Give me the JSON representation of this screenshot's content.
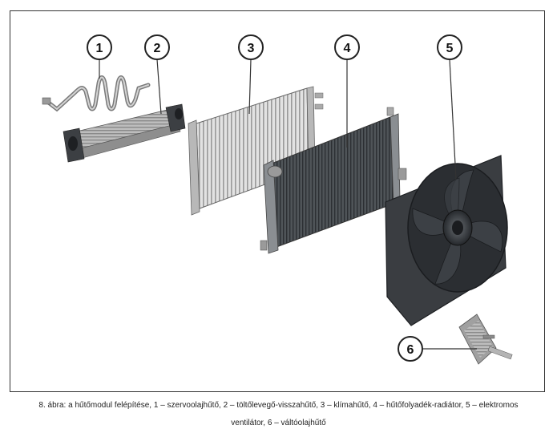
{
  "callouts": [
    {
      "number": "1"
    },
    {
      "number": "2"
    },
    {
      "number": "3"
    },
    {
      "number": "4"
    },
    {
      "number": "5"
    },
    {
      "number": "6"
    }
  ],
  "caption": {
    "line1": "8. ábra: a hűtőmodul felépítése, 1 – szervoolajhűtő, 2 – töltőlevegő-visszahűtő, 3 – klímahűtő, 4 – hűtőfolyadék-radiátor, 5 – elektromos",
    "line2": "ventilátor, 6 – váltóolajhűtő"
  },
  "colors": {
    "metal_light": "#c9c9c9",
    "metal_dark": "#5f6366",
    "fan_dark": "#2f3236",
    "frame": "#333333"
  },
  "icons": [
    "power-steering-oil-cooler-icon",
    "intercooler-icon",
    "ac-condenser-icon",
    "coolant-radiator-icon",
    "electric-fan-icon",
    "transmission-oil-cooler-icon"
  ]
}
